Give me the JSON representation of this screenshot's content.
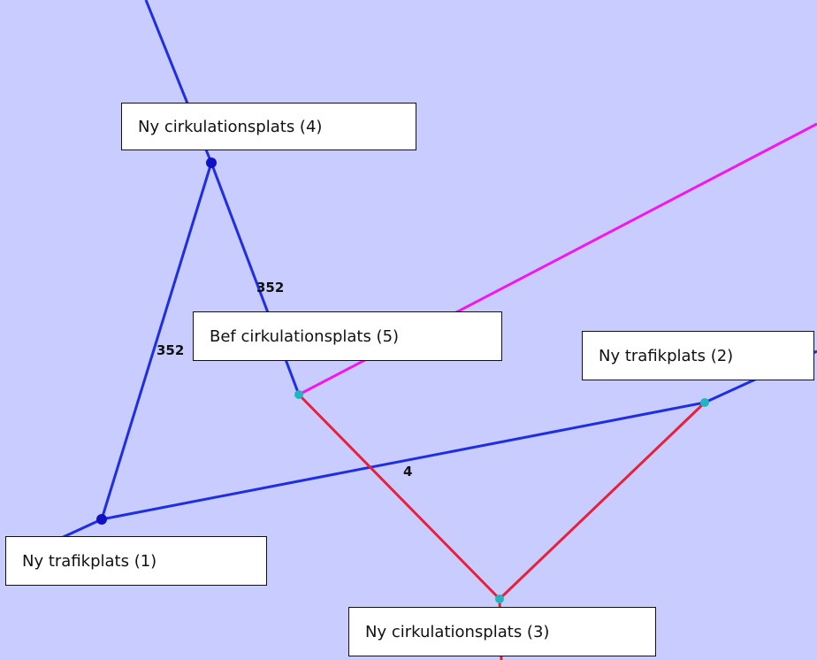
{
  "nodes": {
    "n1": {
      "label": "Ny trafikplats (1)"
    },
    "n2": {
      "label": "Ny trafikplats (2)"
    },
    "n3": {
      "label": "Ny cirkulationsplats (3)"
    },
    "n4": {
      "label": "Ny cirkulationsplats (4)"
    },
    "n5": {
      "label": "Bef cirkulationsplats (5)"
    }
  },
  "edges": {
    "e45": {
      "label": "352"
    },
    "e41": {
      "label": "352"
    },
    "e12": {
      "label": "4"
    }
  },
  "colors": {
    "background": "#c8ccff",
    "blue_link": "#1f2ee0",
    "red_link": "#e8203a",
    "magenta_link": "#f018ee",
    "node_teal": "#20b6c0",
    "node_blue": "#1010c8"
  }
}
